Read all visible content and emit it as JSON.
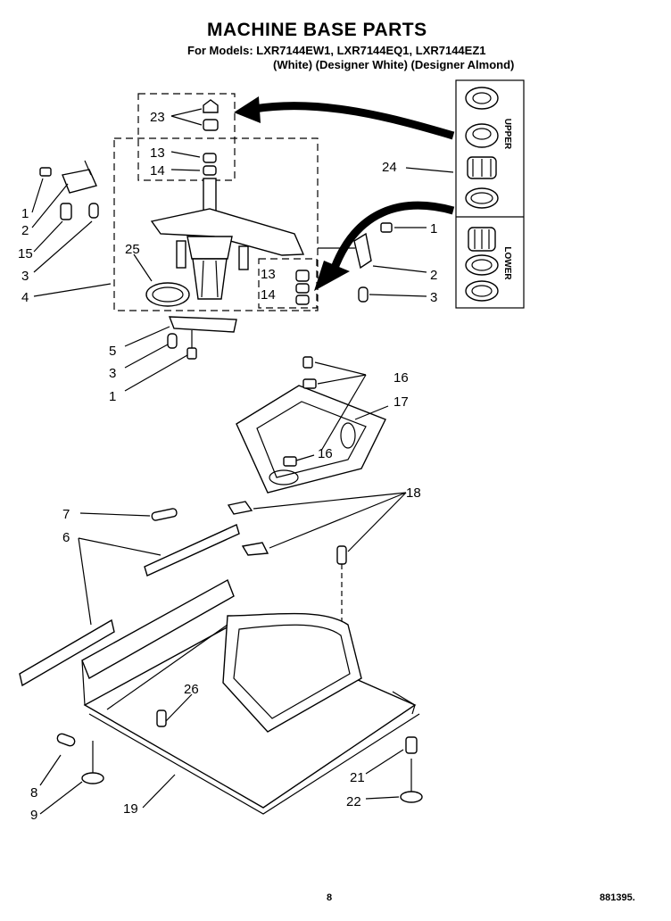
{
  "header": {
    "title": "MACHINE BASE PARTS",
    "models": "For Models: LXR7144EW1, LXR7144EQ1, LXR7144EZ1",
    "colors": "(White)  (Designer White) (Designer Almond)"
  },
  "kit": {
    "upper_label": "UPPER",
    "lower_label": "LOWER"
  },
  "callouts": [
    {
      "text": "23"
    },
    {
      "text": "13"
    },
    {
      "text": "14"
    },
    {
      "text": "24"
    },
    {
      "text": "1"
    },
    {
      "text": "2"
    },
    {
      "text": "15"
    },
    {
      "text": "3"
    },
    {
      "text": "4"
    },
    {
      "text": "25"
    },
    {
      "text": "1"
    },
    {
      "text": "2"
    },
    {
      "text": "13"
    },
    {
      "text": "14"
    },
    {
      "text": "3"
    },
    {
      "text": "5"
    },
    {
      "text": "3"
    },
    {
      "text": "1"
    },
    {
      "text": "16"
    },
    {
      "text": "17"
    },
    {
      "text": "16"
    },
    {
      "text": "18"
    },
    {
      "text": "7"
    },
    {
      "text": "6"
    },
    {
      "text": "26"
    },
    {
      "text": "21"
    },
    {
      "text": "22"
    },
    {
      "text": "8"
    },
    {
      "text": "9"
    },
    {
      "text": "19"
    }
  ],
  "footer": {
    "page": "8",
    "doc": "881395."
  }
}
